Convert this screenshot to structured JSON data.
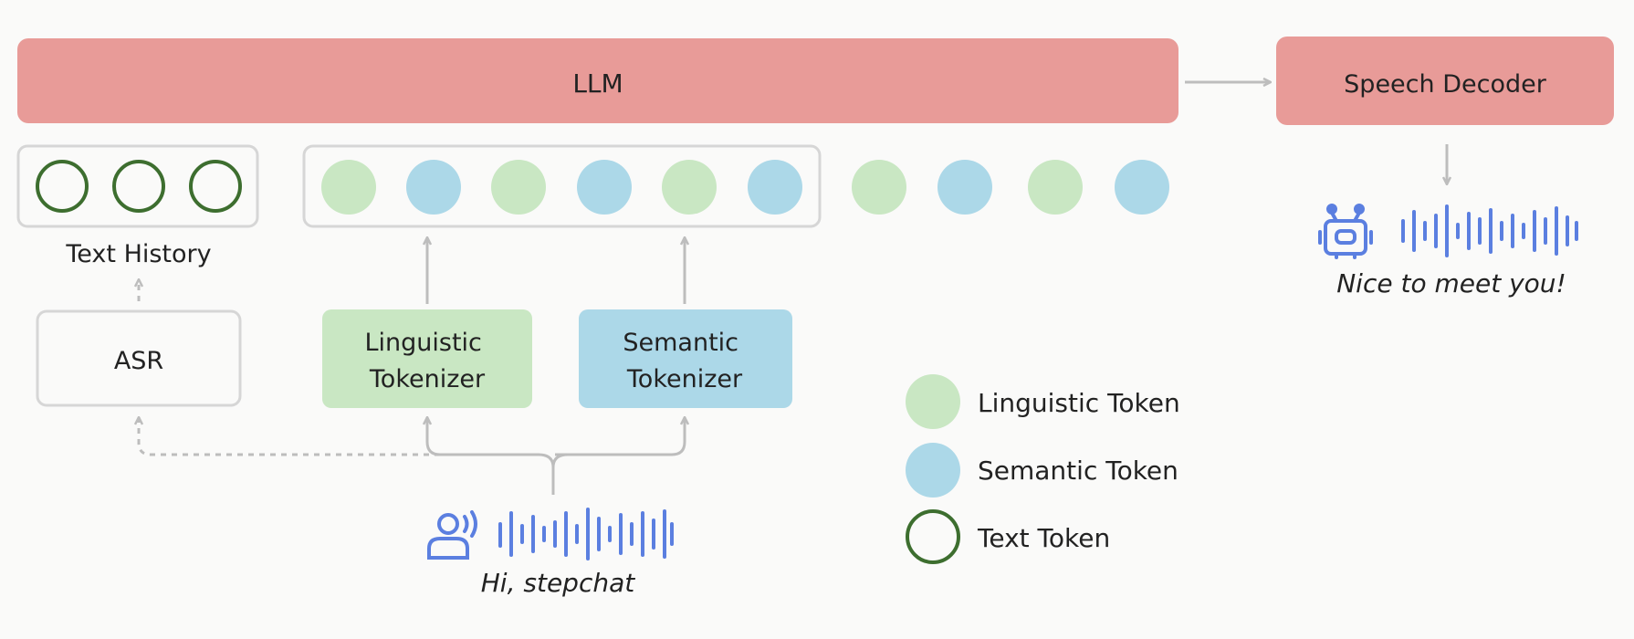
{
  "blocks": {
    "llm": "LLM",
    "speech_decoder": "Speech Decoder",
    "asr": "ASR",
    "linguistic_tokenizer": [
      "Linguistic",
      "Tokenizer"
    ],
    "semantic_tokenizer": [
      "Semantic",
      "Tokenizer"
    ]
  },
  "labels": {
    "text_history": "Text History",
    "user_utterance": "Hi, stepchat",
    "bot_utterance": "Nice to meet you!"
  },
  "legend": {
    "linguistic": "Linguistic Token",
    "semantic": "Semantic Token",
    "text": "Text Token"
  },
  "colors": {
    "llm": "#e89b98",
    "linguistic": "#c9e7c3",
    "semantic": "#acd8e8",
    "text_token_stroke": "#3d6e2f",
    "icon_blue": "#5b7fe0",
    "arrow_gray": "#bdbdbd",
    "box_stroke": "#d6d6d6"
  },
  "icons": {
    "user": "speaking-user-icon",
    "bot": "robot-icon",
    "waveform": "audio-waveform-icon"
  }
}
